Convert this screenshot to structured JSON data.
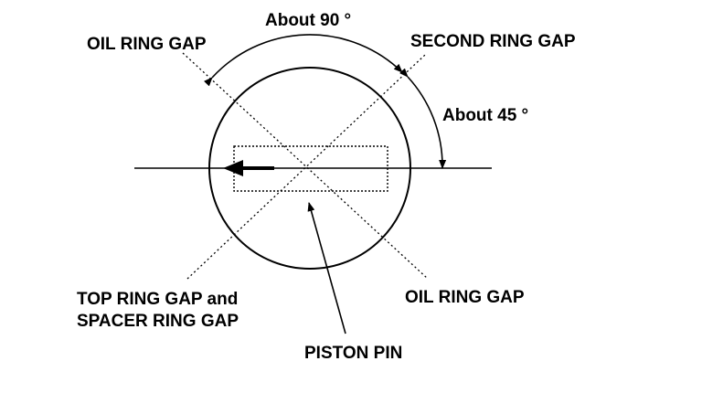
{
  "labels": {
    "oil_ring_gap_top": "OIL RING GAP",
    "about_90": "About 90 °",
    "second_ring_gap": "SECOND RING GAP",
    "about_45": "About 45 °",
    "top_ring_gap_line1": "TOP RING GAP and",
    "top_ring_gap_line2": "SPACER RING GAP",
    "oil_ring_gap_bottom": "OIL RING GAP",
    "piston_pin": "PISTON PIN"
  },
  "colors": {
    "ink": "#000000",
    "background": "#ffffff"
  }
}
